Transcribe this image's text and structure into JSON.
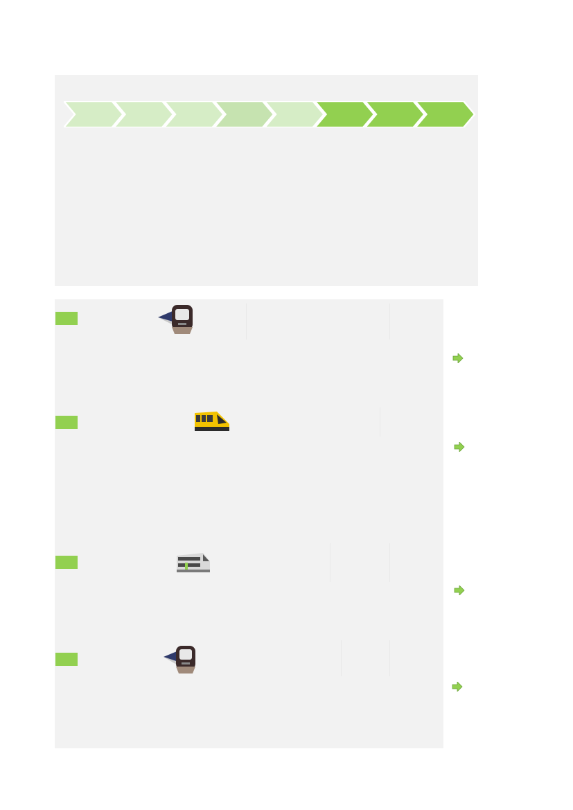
{
  "colors": {
    "panel_background": "#f2f2f2",
    "chevron_light": "#d6edc6",
    "chevron_mid": "#c6e3b0",
    "chevron_strong": "#92d050",
    "badge": "#92d050",
    "arrow": "#92d050"
  },
  "process_steps": [
    {
      "state": "light"
    },
    {
      "state": "light"
    },
    {
      "state": "light"
    },
    {
      "state": "mid"
    },
    {
      "state": "light"
    },
    {
      "state": "strong"
    },
    {
      "state": "strong"
    },
    {
      "state": "strong"
    }
  ],
  "sections": [
    {
      "train_icon": "high-speed-train-icon"
    },
    {
      "train_icon": "yellow-tram-icon"
    },
    {
      "train_icon": "regional-double-deck-train-icon"
    },
    {
      "train_icon": "high-speed-train-icon"
    }
  ],
  "arrow_icon": "right-arrow-icon"
}
